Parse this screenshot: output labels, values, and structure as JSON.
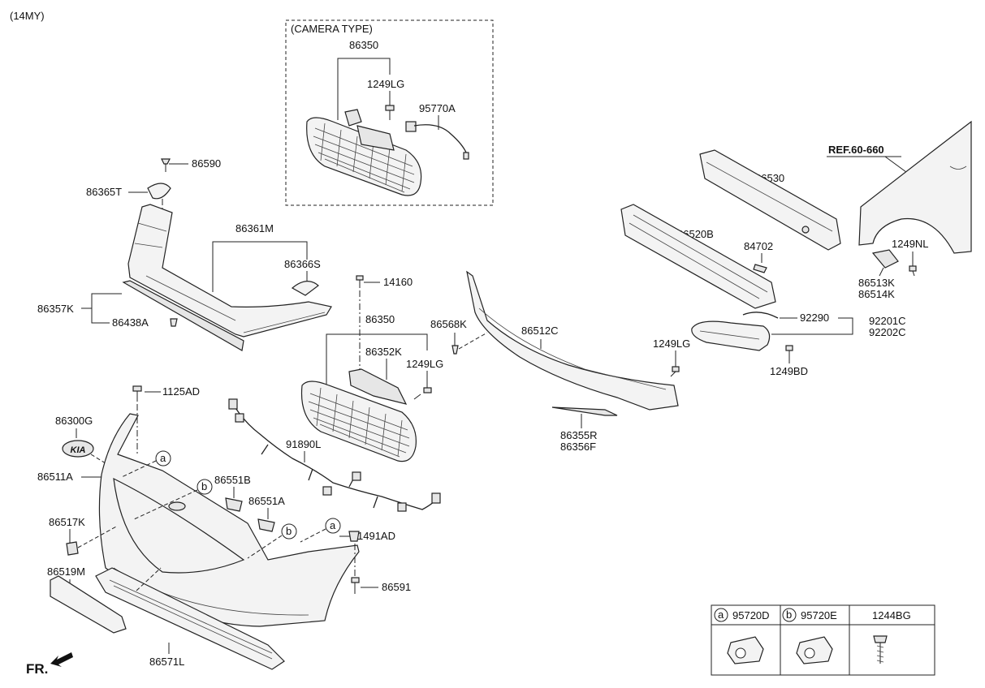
{
  "model_year": "(14MY)",
  "camera_box": {
    "title": "(CAMERA TYPE)"
  },
  "front_mark": "FR.",
  "labels": {
    "p86350_cam": "86350",
    "p1249LG_cam": "1249LG",
    "p95770A": "95770A",
    "p86590": "86590",
    "p86365T": "86365T",
    "p86361M": "86361M",
    "p86366S": "86366S",
    "p86357K": "86357K",
    "p86438A": "86438A",
    "p14160": "14160",
    "p86350": "86350",
    "p86352K": "86352K",
    "p1249LG_mid": "1249LG",
    "p86568K": "86568K",
    "p86512C": "86512C",
    "p86530": "86530",
    "p86520B": "86520B",
    "p84702": "84702",
    "ref": "REF.60-660",
    "p1249NL": "1249NL",
    "p86513K": "86513K",
    "p86514K": "86514K",
    "p92290": "92290",
    "p92201C": "92201C",
    "p92202C": "92202C",
    "p1249LG_right": "1249LG",
    "p1249BD": "1249BD",
    "p86355R": "86355R",
    "p86356F": "86356F",
    "p1125AD": "1125AD",
    "p86300G": "86300G",
    "p86511A": "86511A",
    "p91890L": "91890L",
    "p86551B": "86551B",
    "p86551A": "86551A",
    "p1491AD": "1491AD",
    "p86517K": "86517K",
    "p86519M": "86519M",
    "p86591": "86591",
    "p86571L": "86571L",
    "callout_a": "a",
    "callout_b": "b"
  },
  "legend": {
    "col_a_letter": "a",
    "col_a_part": "95720D",
    "col_b_letter": "b",
    "col_b_part": "95720E",
    "col_c_part": "1244BG"
  },
  "badge_text": "KIA"
}
